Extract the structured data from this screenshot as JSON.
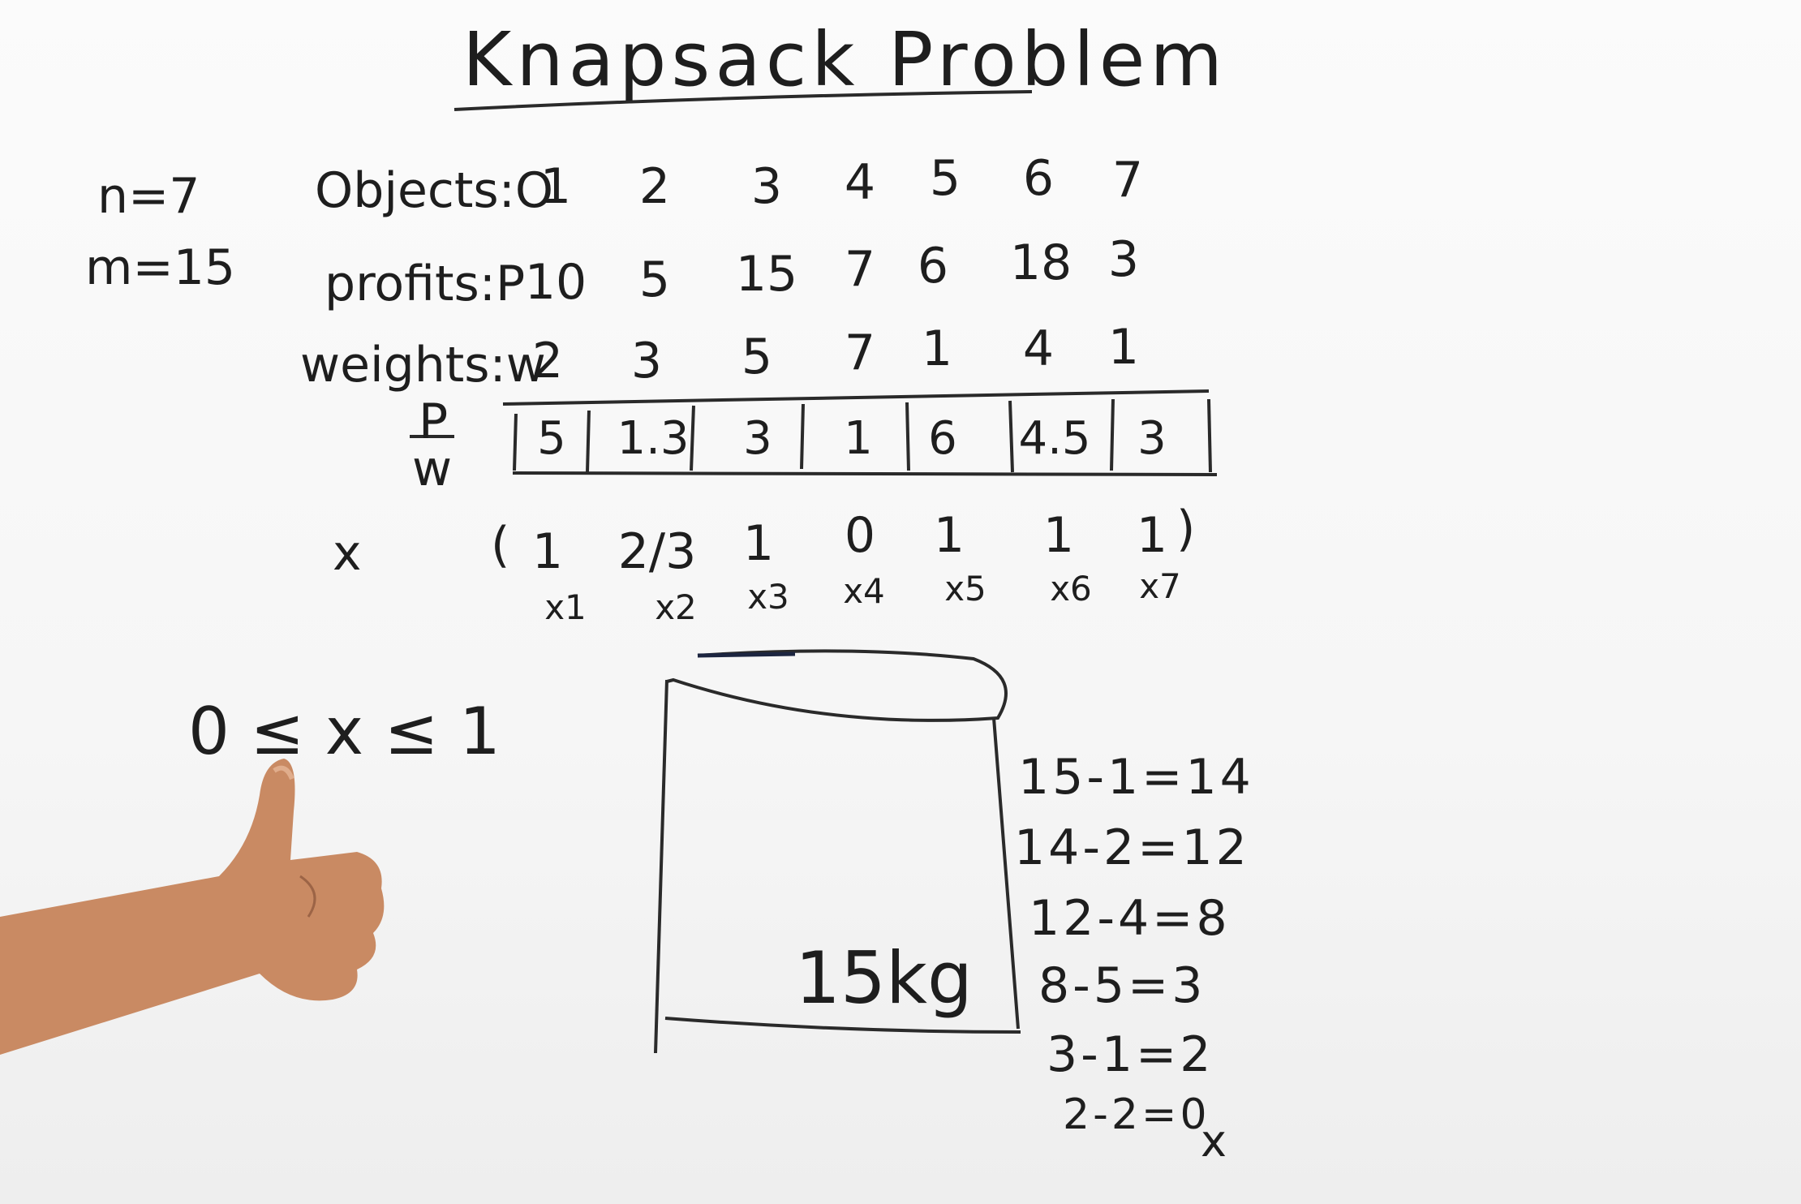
{
  "title": "Knapsack Problem",
  "params": {
    "n": "n=7",
    "m": "m=15"
  },
  "rows": {
    "objects_label": "Objects:O",
    "profits_label": "profits:P",
    "weights_label": "weights:w",
    "ratio_label_top": "P",
    "ratio_label_bottom": "w",
    "x_label": "x",
    "objects": [
      "1",
      "2",
      "3",
      "4",
      "5",
      "6",
      "7"
    ],
    "profits": [
      "10",
      "5",
      "15",
      "7",
      "6",
      "18",
      "3"
    ],
    "weights": [
      "2",
      "3",
      "5",
      "7",
      "1",
      "4",
      "1"
    ],
    "ratios": [
      "5",
      "1.3",
      "3",
      "1",
      "6",
      "4.5",
      "3"
    ],
    "x_open": "(",
    "x_close": ")",
    "x_values": [
      "1",
      "2/3",
      "1",
      "0",
      "1",
      "1",
      "1"
    ],
    "x_subscripts": [
      "x1",
      "x2",
      "x3",
      "x4",
      "x5",
      "x6",
      "x7"
    ]
  },
  "constraint": "0 ≤ x ≤ 1",
  "bag_label": "15kg",
  "calculations": [
    "15-1=14",
    "14-2=12",
    "12-4=8",
    "8-5=3",
    "3-1=2",
    "2-2=0"
  ],
  "calc_end_mark": "x",
  "colors": {
    "ink": "#1e1e1e",
    "board": "#f8f8f8",
    "hand": "#c98a63"
  }
}
